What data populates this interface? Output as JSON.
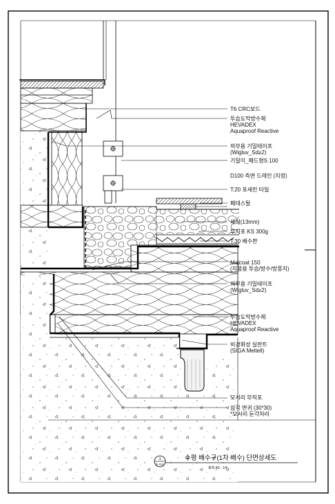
{
  "labels": [
    {
      "id": "l1",
      "lines": [
        "T6 CRC보드"
      ]
    },
    {
      "id": "l2",
      "lines": [
        "투습도막방수제",
        "HEVADEX",
        "Aquaproof Reactive"
      ]
    },
    {
      "id": "l3",
      "lines": [
        "외부용 기밀테이프",
        "(Wigluv_Sd≥2)"
      ]
    },
    {
      "id": "l4",
      "lines": [
        "기밀이_패드형S 100"
      ]
    },
    {
      "id": "l5",
      "lines": [
        "D100 측면 드레인 (지정)"
      ]
    },
    {
      "id": "l6",
      "lines": [
        "T:20 포세린 타일"
      ]
    },
    {
      "id": "l7",
      "lines": [
        "페데스탈"
      ]
    },
    {
      "id": "l8",
      "lines": [
        "쇄석(13mm)"
      ]
    },
    {
      "id": "l9",
      "lines": [
        "부직포 KS 300g"
      ]
    },
    {
      "id": "l10",
      "lines": [
        "T:30 배수판"
      ]
    },
    {
      "id": "l11",
      "lines": [
        "Majcoat 150",
        "(지붕용 투습/방수/방풍지)"
      ]
    },
    {
      "id": "l12",
      "lines": [
        "외부용 기밀테이프",
        "(Wigluv_Sd≥2)"
      ]
    },
    {
      "id": "l13",
      "lines": [
        "투습도막방수제",
        "HEVADEX",
        "Aquaproof Reactive"
      ]
    },
    {
      "id": "l14",
      "lines": [
        "비경화성 실란트",
        "(SIGA Meltell)"
      ]
    },
    {
      "id": "l15",
      "lines": [
        "모서리 부직포"
      ]
    },
    {
      "id": "l16",
      "lines": [
        "삼각 면귀 (30*30)",
        "*모서리 둔각처리"
      ]
    }
  ],
  "title_block": {
    "detail_number": "1",
    "sheet_ref": "D-101",
    "title": "수평 배수구(1차 배수) 단면상세도",
    "scale": "축척 A3 : 1/4"
  }
}
